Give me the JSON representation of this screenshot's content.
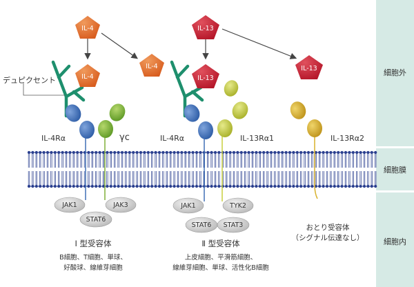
{
  "zones": {
    "extracellular": "細胞外",
    "membrane": "細胞膜",
    "intracellular": "細胞内"
  },
  "labels": {
    "dupilumab": "デュピクセント",
    "il4ra_1": "IL-4Rα",
    "gamma_c": "γc",
    "il4ra_2": "IL-4Rα",
    "il13ra1": "IL-13Rα1",
    "il13ra2": "IL-13Rα2"
  },
  "ligands": {
    "il4": "IL-4",
    "il13": "IL-13"
  },
  "signaling": {
    "jak1": "JAK1",
    "jak3": "JAK3",
    "stat6": "STAT6",
    "tyk2": "TYK2",
    "stat3": "STAT3"
  },
  "type1": {
    "title": "Ⅰ 型受容体",
    "cells_line1": "B細胞、T細胞、単球、",
    "cells_line2": "好酸球、線維芽細胞"
  },
  "type2": {
    "title": "Ⅱ 型受容体",
    "cells_line1": "上皮細胞、平滑筋細胞、",
    "cells_line2": "線維芽細胞、単球、活性化B細胞"
  },
  "decoy": {
    "line1": "おとり受容体",
    "line2": "（シグナル伝達なし）"
  },
  "colors": {
    "il4": "#e0692b",
    "il13": "#c21d2e",
    "il4ra": "#3f6fb5",
    "gamma_c": "#7fae37",
    "il13ra1": "#c8cf3e",
    "il13ra2": "#d8b12a",
    "antibody": "#1e8f6d",
    "membrane": "#2a3f8f",
    "zone": "#d6eae5"
  }
}
